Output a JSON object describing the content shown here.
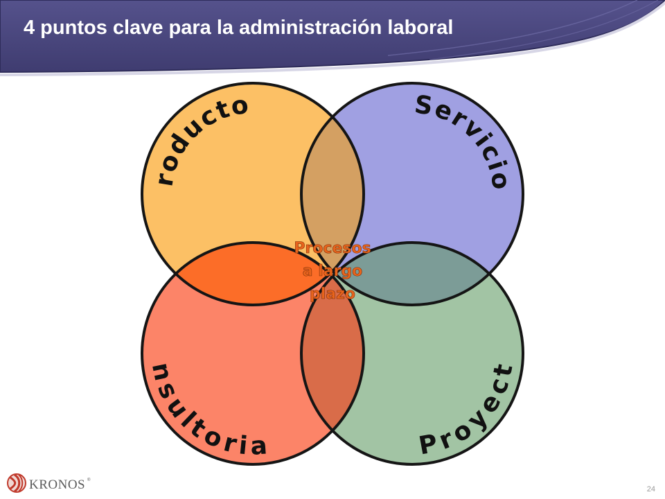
{
  "slide": {
    "title": "4 puntos clave para la administración laboral",
    "page_number": "24"
  },
  "diagram": {
    "petals": {
      "top_left": "Producto",
      "top_right": "Servicios",
      "bottom_left": "Consultoria",
      "bottom_right": "Proyecto"
    },
    "center": [
      "Procesos",
      "a largo",
      "plazo"
    ],
    "colors": {
      "top_left": "#fcc065",
      "top_right": "#a0a0e2",
      "bottom_left": "#fc8468",
      "bottom_right": "#a2c4a4",
      "overlap_top": "#d4a062",
      "overlap_left": "#fc6d28",
      "overlap_right": "#7c9c97",
      "overlap_bottom": "#d96c49",
      "center_text": "#e8641c",
      "header_bar": "#4c4980"
    }
  },
  "footer": {
    "logo_text": "KRONOS"
  }
}
